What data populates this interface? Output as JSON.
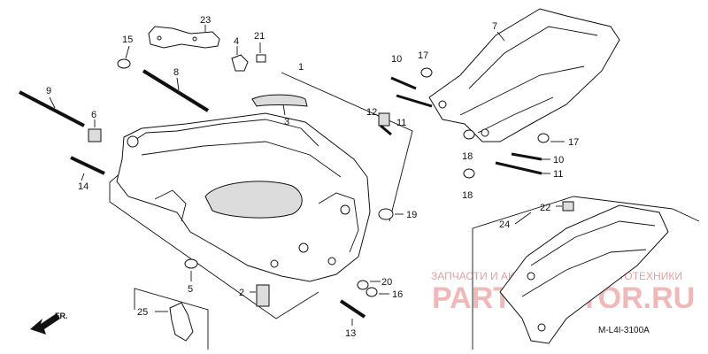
{
  "callouts": [
    {
      "id": "c1",
      "label": "1"
    },
    {
      "id": "c2",
      "label": "2"
    },
    {
      "id": "c3",
      "label": "3"
    },
    {
      "id": "c4",
      "label": "4"
    },
    {
      "id": "c5",
      "label": "5"
    },
    {
      "id": "c6",
      "label": "6"
    },
    {
      "id": "c7",
      "label": "7"
    },
    {
      "id": "c8",
      "label": "8"
    },
    {
      "id": "c9",
      "label": "9"
    },
    {
      "id": "c10a",
      "label": "10"
    },
    {
      "id": "c10b",
      "label": "10"
    },
    {
      "id": "c11a",
      "label": "11"
    },
    {
      "id": "c11b",
      "label": "11"
    },
    {
      "id": "c12",
      "label": "12"
    },
    {
      "id": "c13",
      "label": "13"
    },
    {
      "id": "c14",
      "label": "14"
    },
    {
      "id": "c15",
      "label": "15"
    },
    {
      "id": "c16",
      "label": "16"
    },
    {
      "id": "c17a",
      "label": "17"
    },
    {
      "id": "c17b",
      "label": "17"
    },
    {
      "id": "c18a",
      "label": "18"
    },
    {
      "id": "c18b",
      "label": "18"
    },
    {
      "id": "c19",
      "label": "19"
    },
    {
      "id": "c20",
      "label": "20"
    },
    {
      "id": "c21",
      "label": "21"
    },
    {
      "id": "c22",
      "label": "22"
    },
    {
      "id": "c23",
      "label": "23"
    },
    {
      "id": "c24",
      "label": "24"
    },
    {
      "id": "c25",
      "label": "25"
    }
  ],
  "direction_label": "FR.",
  "diagram_code": "M-L4I-3100A",
  "watermark": {
    "line1": "ЗАПЧАСТИ И АКСЕССУАРЫ ДЛЯ МОТОТЕХНИКИ",
    "line2": "PARTSMOTOR.RU",
    "color": "#e8a0a0"
  }
}
